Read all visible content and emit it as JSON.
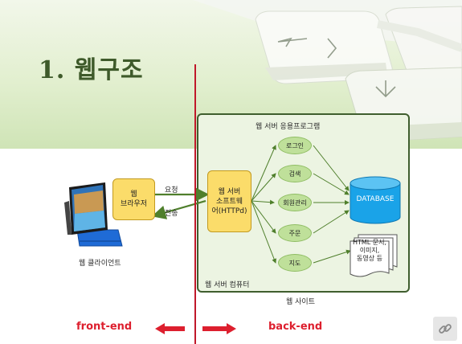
{
  "slide": {
    "title": "1. 웹구조"
  },
  "diagram": {
    "client_label": "웹 클라이언트",
    "browser_label": "웹\n브라우저",
    "request_label": "요청",
    "response_label": "전송",
    "server_software_label": "웹 서버\n소프트웨\n어(HTTPd)",
    "app_label": "웹 서버 응용프로그램",
    "computer_label": "웹 서버 컴퓨터",
    "site_label": "웹 사이트",
    "modules": [
      "로그인",
      "검색",
      "회원관리",
      "주문",
      "지도"
    ],
    "database_label": "DATABASE",
    "documents_label": "HTML 문서,\n이미지,\n동영상 등",
    "front_end_label": "front-end",
    "back_end_label": "back-end",
    "colors": {
      "accent_red": "#dd1f2e",
      "box_orange": "#fbdc6a",
      "oval_green": "#bfe09a",
      "database_blue": "#1aa3e8",
      "site_border": "#3f5e2e"
    },
    "icons": {
      "client": "tablet-icon",
      "database": "database-cylinder-icon",
      "documents": "document-stack-icon",
      "link": "link-icon"
    }
  }
}
